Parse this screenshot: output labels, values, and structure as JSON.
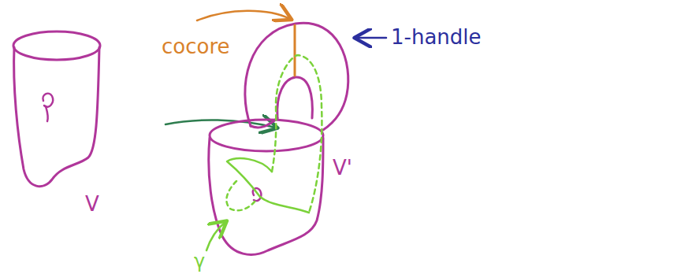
{
  "diagram": {
    "labels": [
      "cocore",
      "1-handle",
      "V",
      "V'",
      "γ"
    ]
  }
}
